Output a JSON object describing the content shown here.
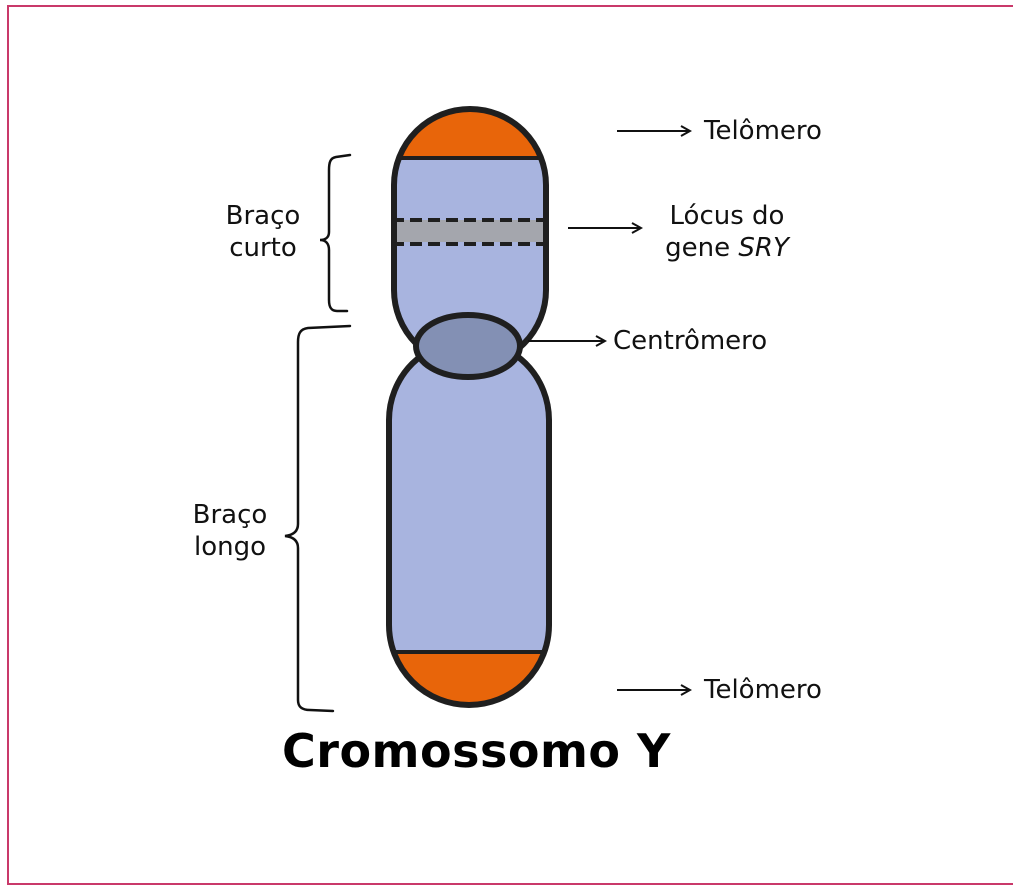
{
  "title": "Cromossomo Y",
  "labels": {
    "telomere_top": "Telômero",
    "sry_locus_line1": "Lócus do",
    "sry_locus_line2_prefix": "gene ",
    "sry_locus_line2_gene": "SRY",
    "centromere": "Centrômero",
    "telomere_bottom": "Telômero",
    "short_arm_line1": "Braço",
    "short_arm_line2": "curto",
    "long_arm_line1": "Braço",
    "long_arm_line2": "longo"
  },
  "colors": {
    "frame": "#c9396a",
    "arm": "#a8b4df",
    "telomere": "#e8650a",
    "centromere": "#8390b4",
    "sry_band": "#a4a6ad",
    "outline": "#1f1f1f"
  }
}
